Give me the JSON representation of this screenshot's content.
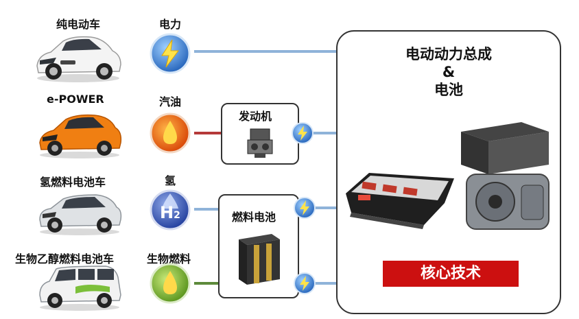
{
  "rows": [
    {
      "vehicle": "纯电动车",
      "source": "电力"
    },
    {
      "vehicle": "e-POWER",
      "source": "汽油"
    },
    {
      "vehicle": "氢燃料电池车",
      "source": "氢"
    },
    {
      "vehicle": "生物乙醇燃料电池车",
      "source": "生物燃料"
    }
  ],
  "engine_box": {
    "label": "发动机"
  },
  "fuelcell_box": {
    "label": "燃料电池"
  },
  "core_box": {
    "title_line1": "电动动力总成",
    "title_line2": "&",
    "title_line3": "电池",
    "banner": "核心技术"
  },
  "hydrogen_symbol": {
    "main": "H",
    "sub": "2"
  },
  "colors": {
    "line_blue": "#8fb3d9",
    "line_red": "#b53a3a",
    "line_green": "#5d8a3a",
    "banner_red": "#cc1010",
    "electric_blue": "#3f7fd0"
  },
  "icons": [
    "car-white-ev",
    "car-orange-hatch",
    "car-silver-suv",
    "car-white-van",
    "lightning-bolt-icon",
    "fuel-drop-icon",
    "engine-icon",
    "fuel-cell-stack-icon",
    "battery-pack-icon",
    "motor-unit-icon"
  ]
}
